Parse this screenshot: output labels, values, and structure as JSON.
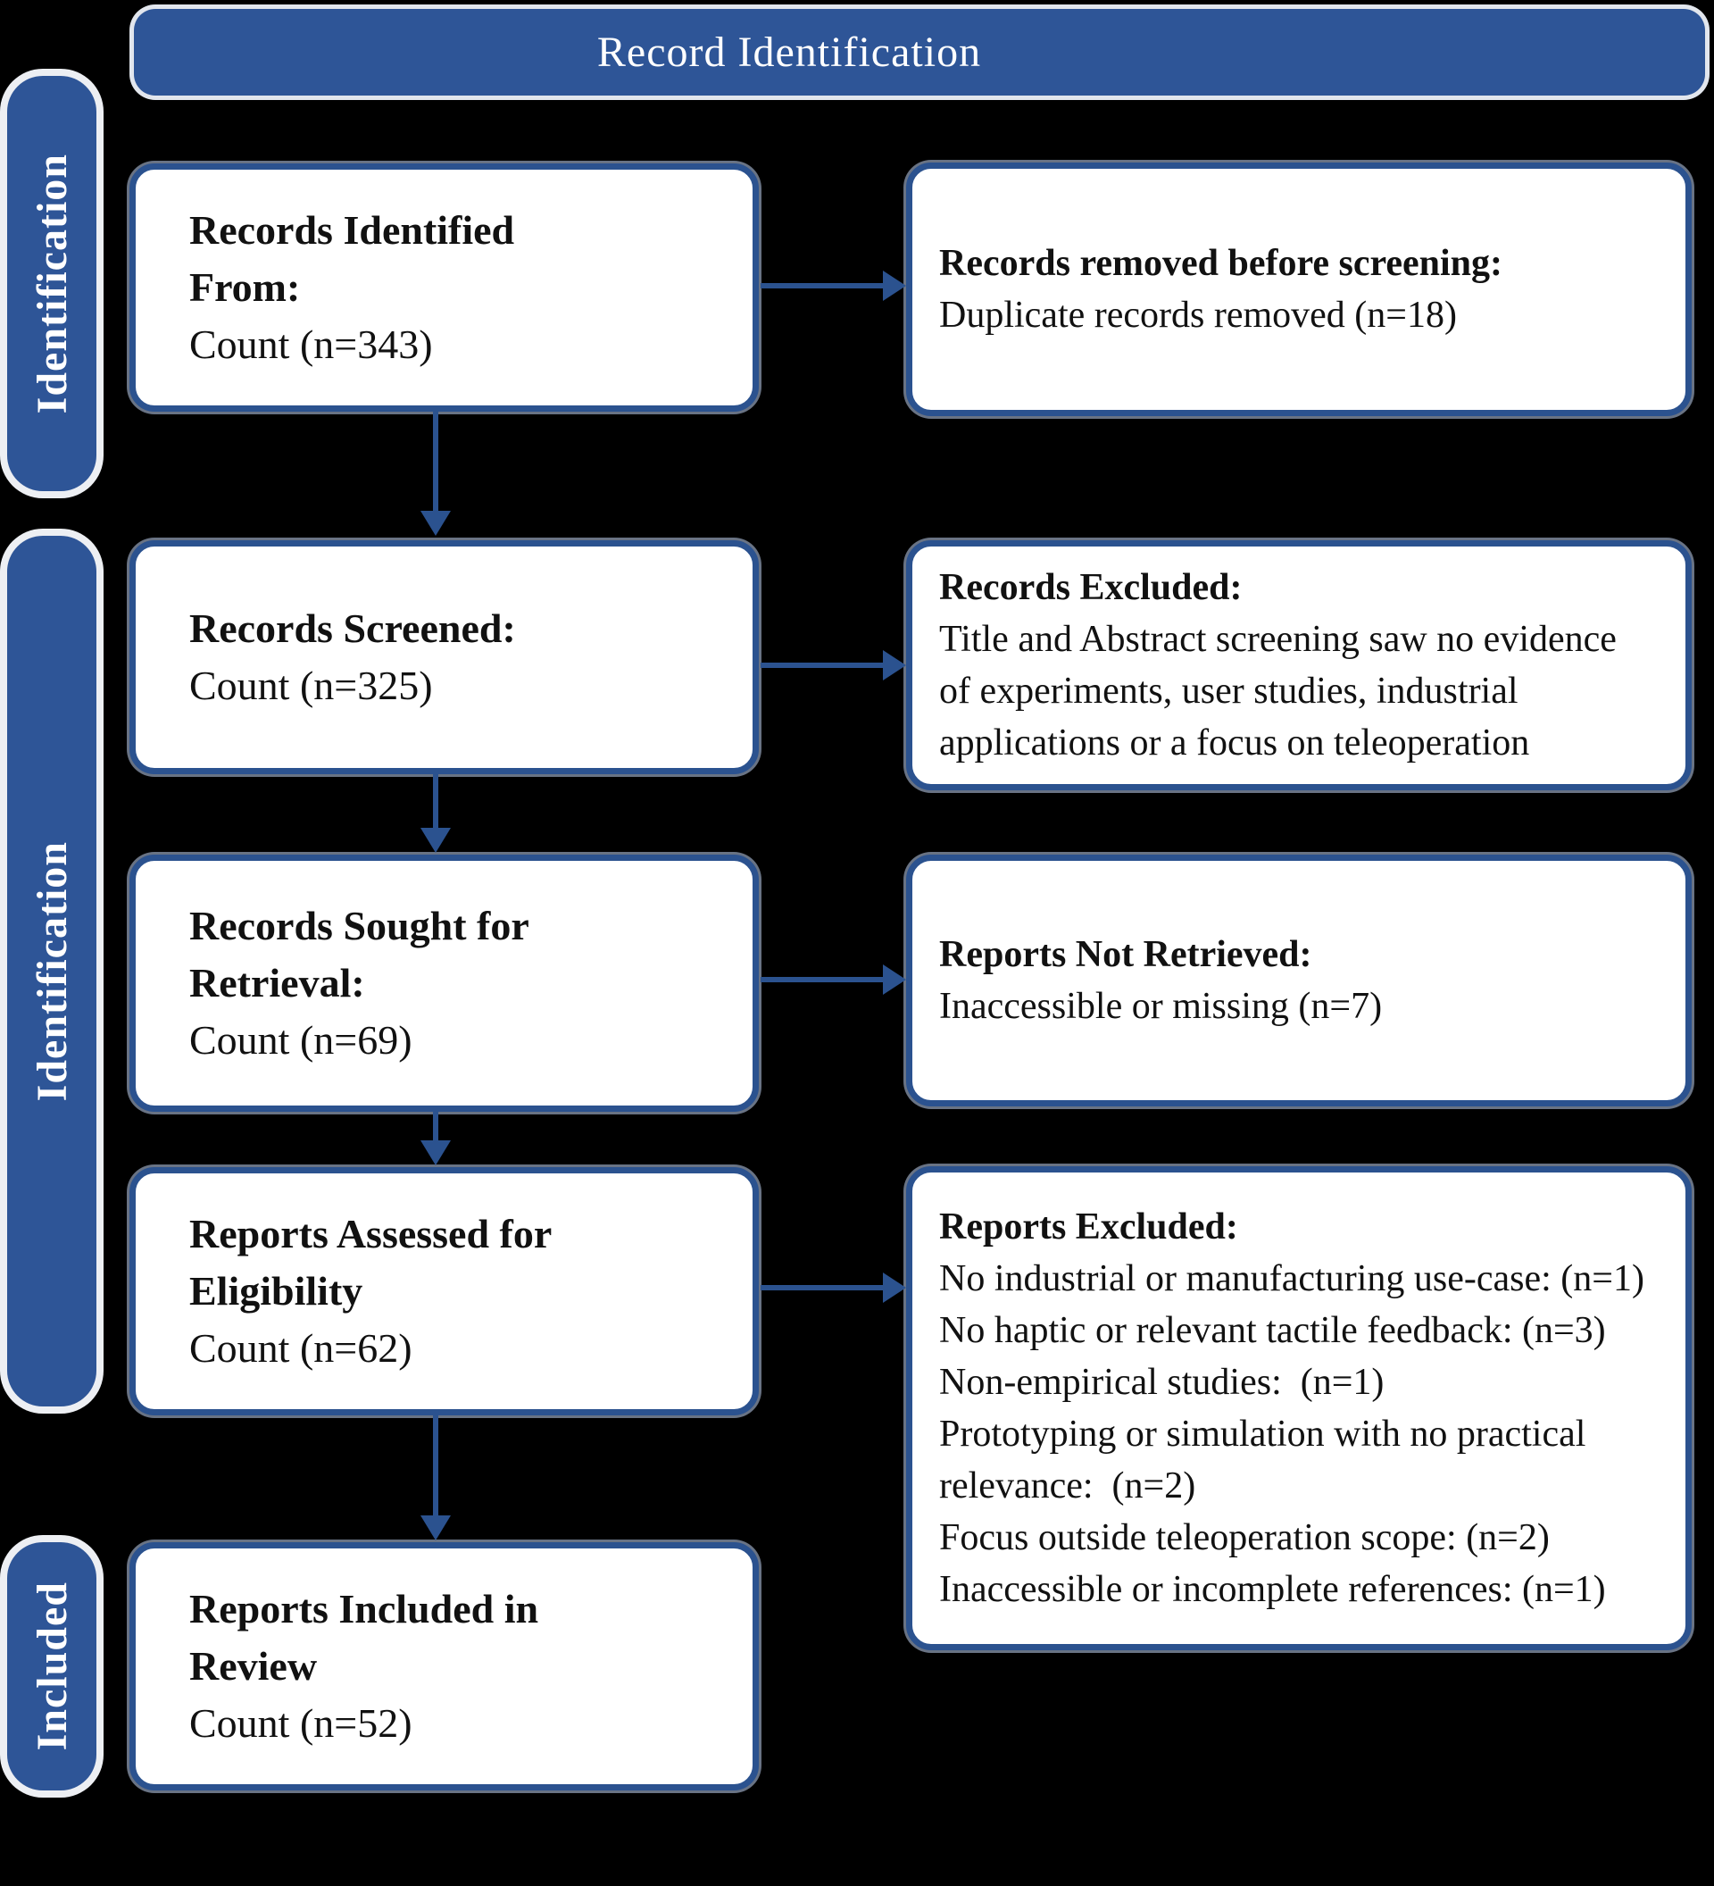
{
  "colors": {
    "background": "#000000",
    "accent_blue": "#2e5597",
    "border_blue": "#2b528f",
    "text": "#111111",
    "label_text": "#ffffff"
  },
  "header": {
    "title": "Record Identification"
  },
  "sidebars": [
    {
      "label": "Identification"
    },
    {
      "label": "Identification"
    },
    {
      "label": "Included"
    }
  ],
  "left_boxes": [
    {
      "title_lines": [
        "Records Identified",
        "From:"
      ],
      "count": "Count (n=343)"
    },
    {
      "title_lines": [
        "Records Screened:"
      ],
      "count": "Count (n=325)"
    },
    {
      "title_lines": [
        "Records Sought for",
        "Retrieval:"
      ],
      "count": "Count (n=69)"
    },
    {
      "title_lines": [
        "Reports Assessed for",
        "Eligibility"
      ],
      "count": "Count (n=62)"
    },
    {
      "title_lines": [
        "Reports Included in",
        "Review"
      ],
      "count": "Count (n=52)"
    }
  ],
  "right_boxes": [
    {
      "title": "Records removed before screening:",
      "lines": [
        "Duplicate records removed (n=18)"
      ]
    },
    {
      "title": "Records Excluded:",
      "lines": [
        "Title and Abstract screening saw no evidence",
        "of experiments, user studies, industrial",
        "applications or a focus on teleoperation"
      ]
    },
    {
      "title": "Reports Not Retrieved:",
      "lines": [
        "Inaccessible or missing (n=7)"
      ]
    },
    {
      "title": "Reports Excluded:",
      "lines": [
        "No industrial or manufacturing use-case: (n=1)",
        "No haptic or relevant tactile feedback: (n=3)",
        "Non-empirical studies:  (n=1)",
        "Prototyping or simulation with no practical",
        "relevance:  (n=2)",
        "Focus outside teleoperation scope: (n=2)",
        "Inaccessible or incomplete references: (n=1)"
      ]
    }
  ]
}
